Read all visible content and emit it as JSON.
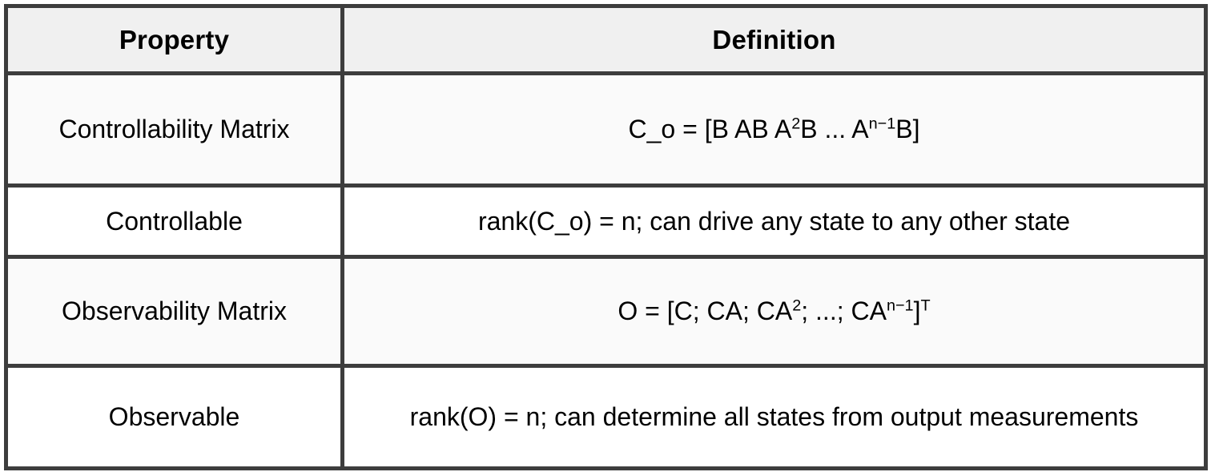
{
  "table": {
    "columns": [
      "Property",
      "Definition"
    ],
    "rows": [
      {
        "property": "Controllability Matrix",
        "definition_plain": "C_o = [B AB A²B ... Aⁿ⁻¹B]",
        "definition_parts": {
          "lead": "C_o = [B AB A",
          "sup1": "2",
          "mid": "B ... A",
          "sup2": "n−1",
          "tail": "B]"
        }
      },
      {
        "property": "Controllable",
        "definition_plain": "rank(C_o) = n; can drive any state to any other state"
      },
      {
        "property": "Observability Matrix",
        "definition_plain": "O = [C; CA; CA²; ...; CAⁿ⁻¹]ᵀ",
        "definition_parts": {
          "lead": "O = [C; CA; CA",
          "sup1": "2",
          "mid": "; ...; CA",
          "sup2": "n−1",
          "tail": "]",
          "sup3": "T"
        }
      },
      {
        "property": "Observable",
        "definition_plain": "rank(O) = n; can determine all states from output measurements"
      }
    ]
  },
  "style": {
    "border_color": "#3d3d3d",
    "header_bg": "#f0f0f0",
    "row_odd_bg": "#fafafa",
    "row_even_bg": "#ffffff",
    "text_color": "#000000"
  }
}
